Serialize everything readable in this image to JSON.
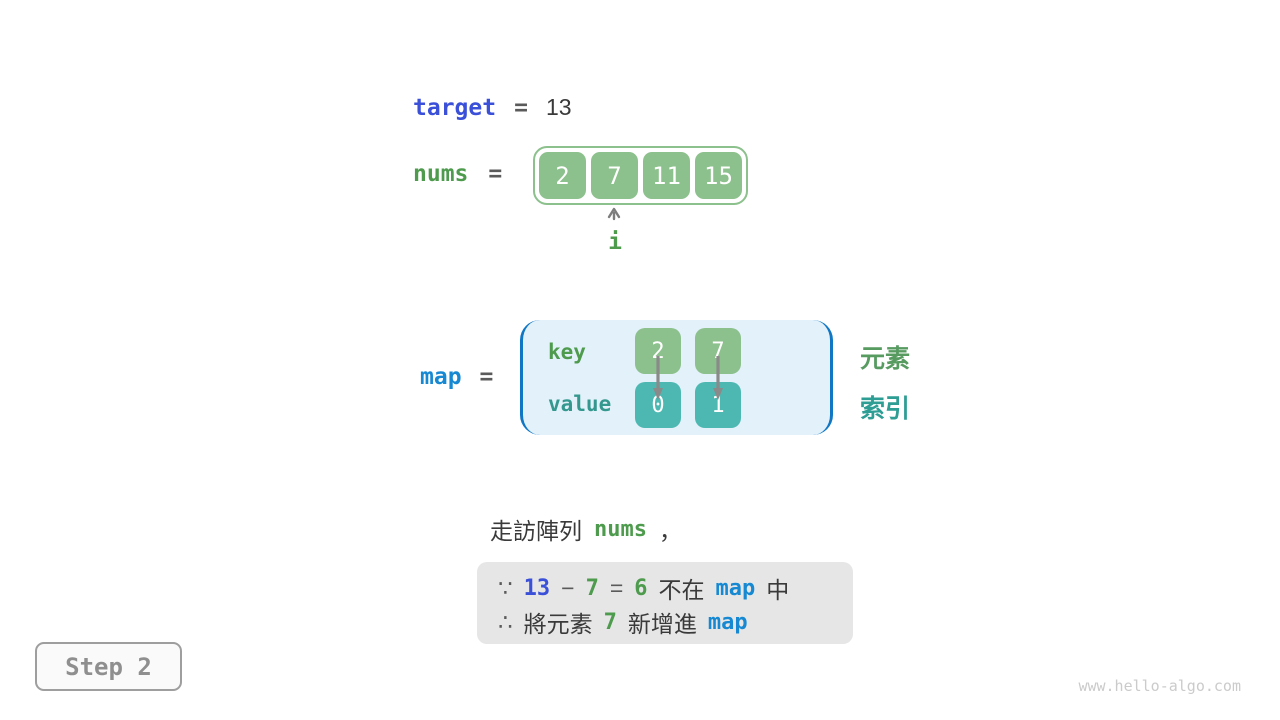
{
  "target": {
    "label": "target",
    "equals": "=",
    "value": "13"
  },
  "nums": {
    "label": "nums",
    "equals": "=",
    "cells": [
      "2",
      "7",
      "11",
      "15"
    ],
    "pointer_index": 1,
    "pointer_label": "i"
  },
  "map": {
    "label": "map",
    "equals": "=",
    "key_label": "key",
    "value_label": "value",
    "entries": [
      {
        "key": "2",
        "value": "0"
      },
      {
        "key": "7",
        "value": "1"
      }
    ],
    "key_annotation": "元素",
    "value_annotation": "索引"
  },
  "caption": {
    "prefix": "走訪陣列",
    "code": "nums",
    "suffix": "，"
  },
  "note": {
    "line1": [
      {
        "t": "∵"
      },
      {
        "t": "13"
      },
      {
        "t": "−"
      },
      {
        "t": "7"
      },
      {
        "t": "="
      },
      {
        "t": "6"
      },
      {
        "t": "不在"
      },
      {
        "t": "map"
      },
      {
        "t": "中"
      }
    ],
    "line2": [
      {
        "t": "∴"
      },
      {
        "t": "將元素"
      },
      {
        "t": "7"
      },
      {
        "t": "新增進"
      },
      {
        "t": "map"
      }
    ]
  },
  "step": {
    "label": "Step 2"
  },
  "watermark": {
    "text": "www.hello-algo.com"
  },
  "colors": {
    "array_green": "#8cc08c",
    "value_teal": "#4db8b2",
    "map_fill": "#e2f1fa",
    "map_bracket_blue": "#1077c5",
    "royal_blue": "#3b50d8",
    "azure_blue": "#1789d3",
    "green_text": "#4e9b4e",
    "teal_text": "#35988f",
    "note_gray": "#e6e6e6",
    "arrow_gray": "#8a8a8a"
  }
}
